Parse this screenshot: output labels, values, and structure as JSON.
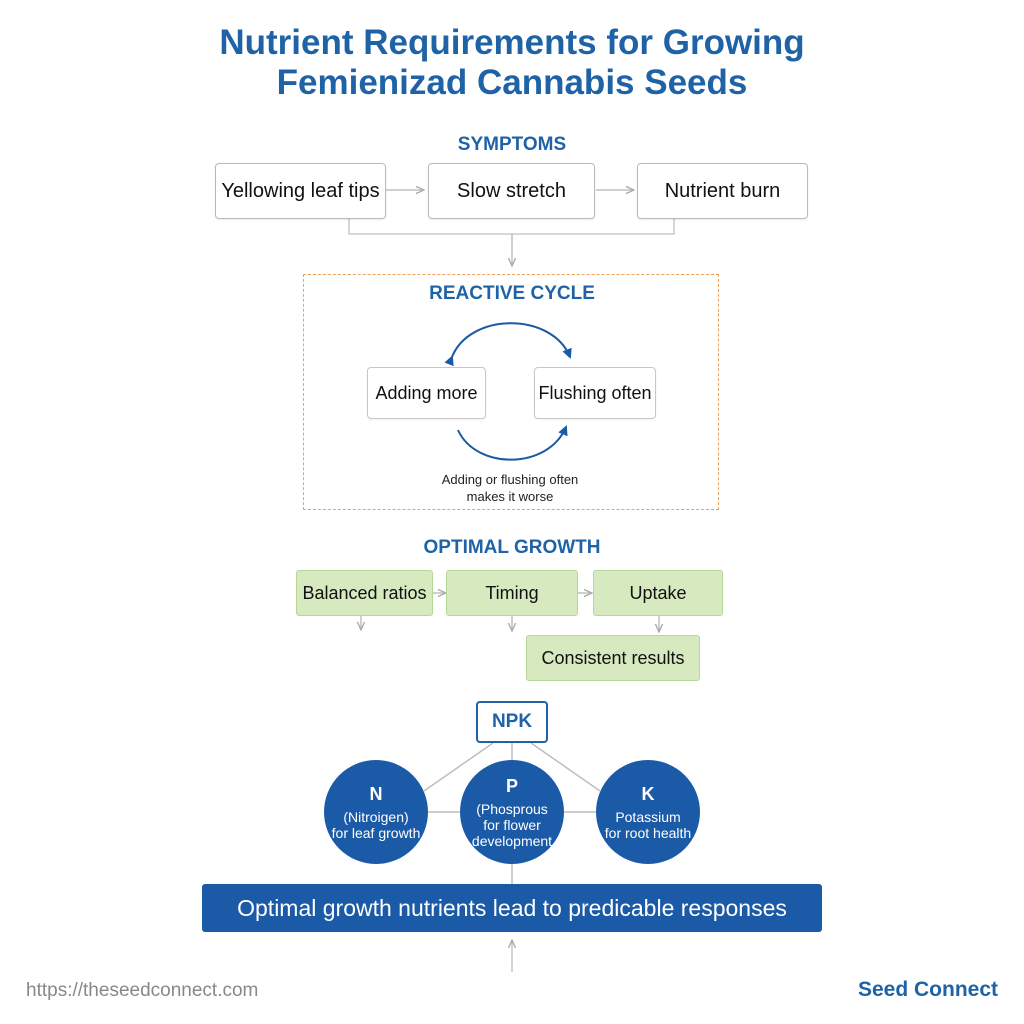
{
  "title": {
    "line1": "Nutrient Requirements for Growing",
    "line2": "Femienizad Cannabis Seeds"
  },
  "symptoms": {
    "heading": "SYMPTOMS",
    "items": [
      "Yellowing leaf tips",
      "Slow stretch",
      "Nutrient burn"
    ]
  },
  "reactive_cycle": {
    "heading": "REACTIVE CYCLE",
    "left": "Adding more",
    "right": "Flushing often",
    "note_line1": "Adding or flushing often",
    "note_line2": "makes it worse"
  },
  "optimal_growth": {
    "heading": "OPTIMAL GROWTH",
    "items": [
      "Balanced ratios",
      "Timing",
      "Uptake"
    ],
    "result": "Consistent results"
  },
  "npk": {
    "label": "NPK",
    "nutrients": [
      {
        "letter": "N",
        "line1": "(Nitroigen)",
        "line2": "for leaf growth"
      },
      {
        "letter": "P",
        "line1": "(Phosprous",
        "line2": "for flower",
        "line3": "development"
      },
      {
        "letter": "K",
        "line1": "Potassium",
        "line2": "for root health"
      }
    ]
  },
  "banner": "Optimal growth nutrients lead to predicable responses",
  "footer": {
    "url": "https://theseedconnect.com",
    "brand": "Seed Connect"
  },
  "colors": {
    "primary_blue": "#1f63a6",
    "circle_blue": "#1a5aa6",
    "green_fill": "#d6e9bf",
    "dashed_orange": "#f0a25a"
  }
}
